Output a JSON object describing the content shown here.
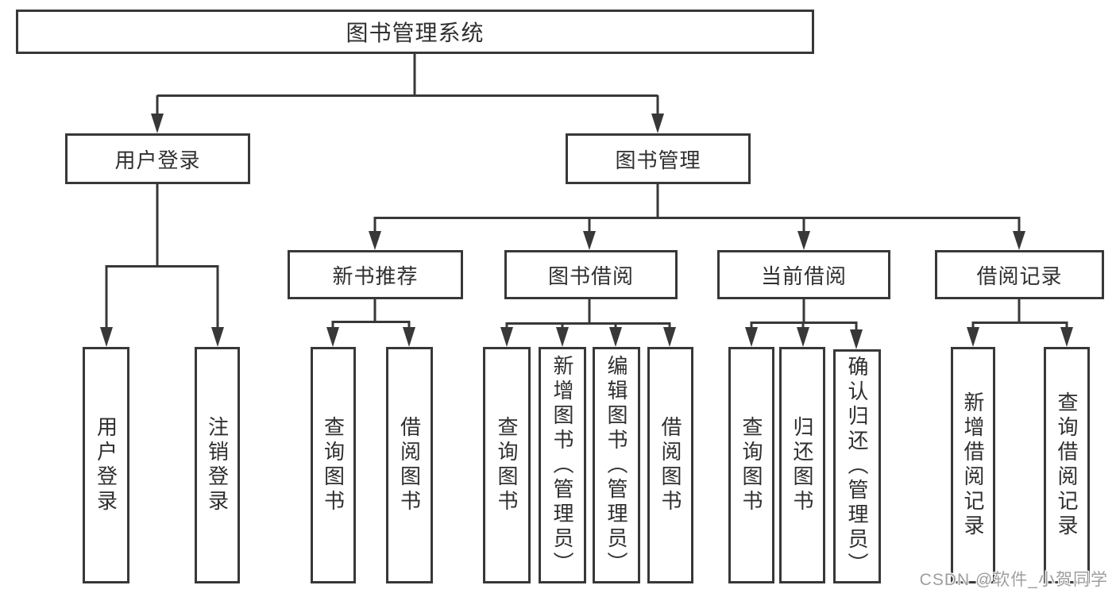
{
  "colors": {
    "line": "#383838",
    "border": "#383838",
    "text": "#2f2f2f",
    "background": "#ffffff",
    "watermark_text_color": "#9e9e9e"
  },
  "watermark": "CSDN @软件_小贺同学",
  "tree": {
    "root": {
      "label": "图书管理系统"
    },
    "branches": [
      {
        "label": "用户登录",
        "children": [
          {
            "label": "用户登录"
          },
          {
            "label": "注销登录"
          }
        ]
      },
      {
        "label": "图书管理",
        "children": [
          {
            "label": "新书推荐",
            "children": [
              {
                "label": "查询图书"
              },
              {
                "label": "借阅图书"
              }
            ]
          },
          {
            "label": "图书借阅",
            "children": [
              {
                "label": "查询图书"
              },
              {
                "label": "新增图书（管理员）"
              },
              {
                "label": "编辑图书（管理员）"
              },
              {
                "label": "借阅图书"
              }
            ]
          },
          {
            "label": "当前借阅",
            "children": [
              {
                "label": "查询图书"
              },
              {
                "label": "归还图书"
              },
              {
                "label": "确认归还（管理员）"
              }
            ]
          },
          {
            "label": "借阅记录",
            "children": [
              {
                "label": "新增借阅记录"
              },
              {
                "label": "查询借阅记录"
              }
            ]
          }
        ]
      }
    ]
  }
}
